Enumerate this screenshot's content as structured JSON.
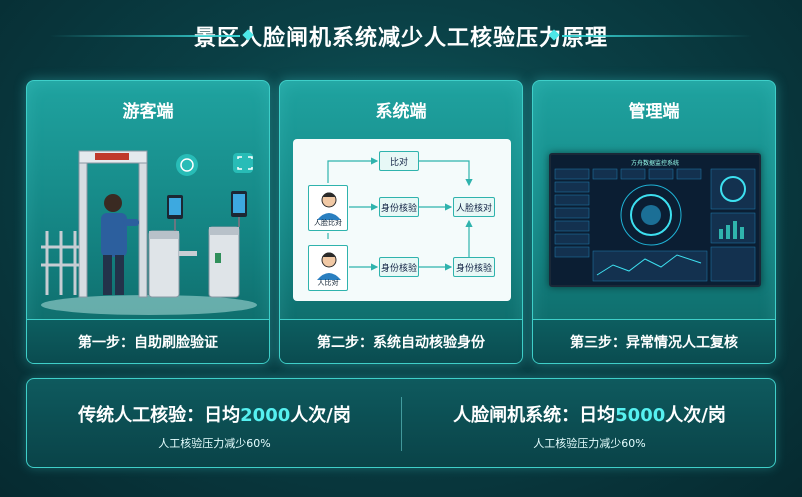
{
  "title": "景区人脸闸机系统减少人工核验压力原理",
  "cards": [
    {
      "title": "游客端",
      "footer": "第一步：自助刷脸验证"
    },
    {
      "title": "系统端",
      "footer": "第二步：系统自动核验身份"
    },
    {
      "title": "管理端",
      "footer": "第三步：异常情况人工复核"
    }
  ],
  "flow": {
    "compare": "比对",
    "verify_a": "身份核验",
    "face_compare": "人脸核对",
    "verify_b": "身份核验",
    "verify_c": "身份核验",
    "avatar_a_caption": "人脸比对",
    "avatar_b_caption": "人比对"
  },
  "dashboard": {
    "title": "方舟数据监控系统"
  },
  "stats": [
    {
      "prefix": "传统人工核验：日均",
      "number": "2000",
      "suffix": "人次/岗",
      "sub": "人工核验压力减少60%"
    },
    {
      "prefix": "人脸闸机系统：日均",
      "number": "5000",
      "suffix": "人次/岗",
      "sub": "人工核验压力减少60%"
    }
  ],
  "colors": {
    "accent": "#3fcfc9",
    "highlight": "#56f0f0",
    "card": "#1fa3a0",
    "background": "#0a3f45"
  }
}
